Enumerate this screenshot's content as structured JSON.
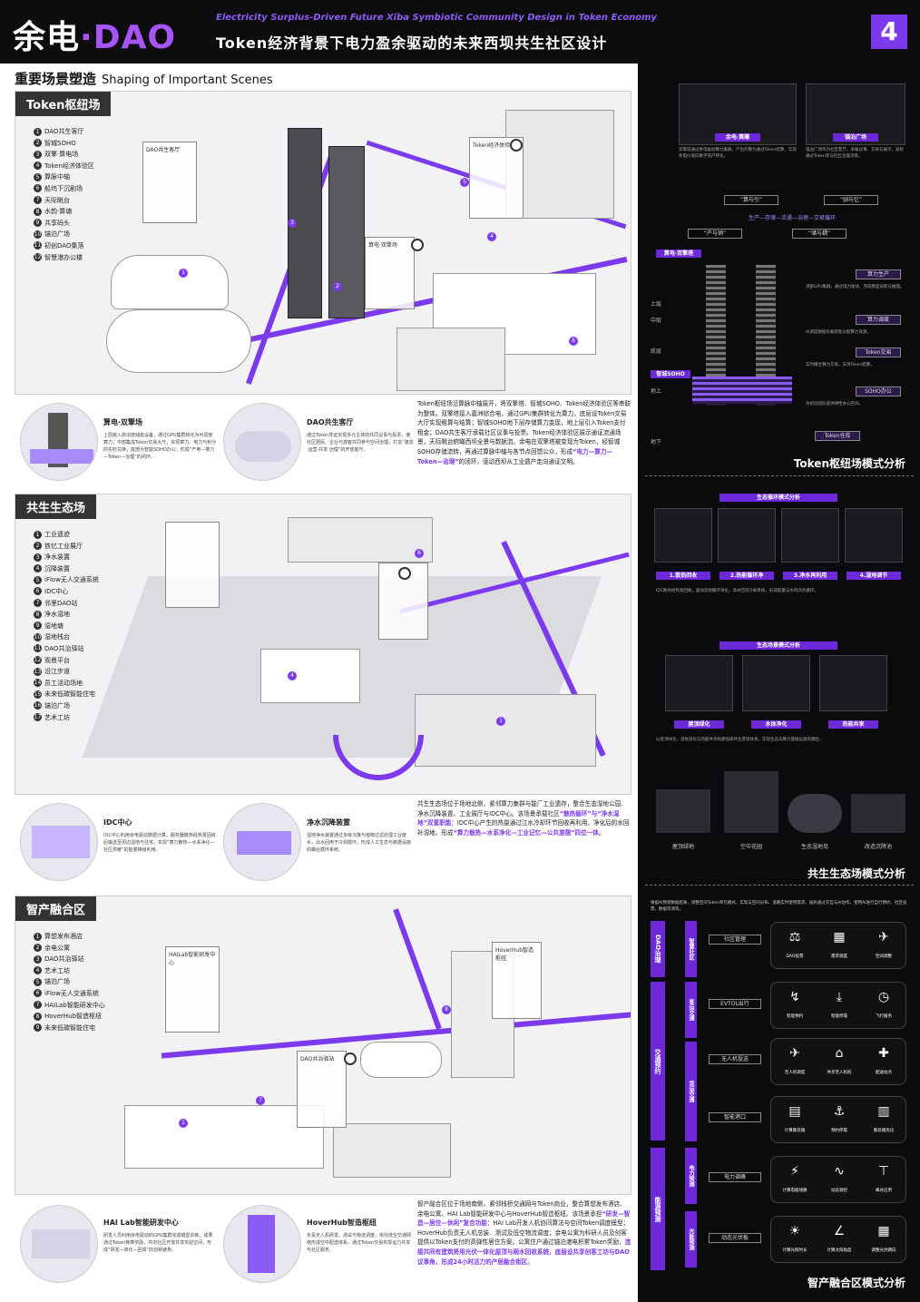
{
  "header": {
    "logo_a": "余电",
    "logo_b": "·DAO",
    "subtitle_en": "Electricity Surplus-Driven Future Xiba Symbiotic Community Design in Token Economy",
    "subtitle_cn": "Token经济背景下电力盈余驱动的未来西坝共生社区设计",
    "page_number": "4"
  },
  "section": {
    "title_cn": "重要场景塑造",
    "title_en": "Shaping of Important Scenes"
  },
  "scene1": {
    "tag": "Token枢纽场",
    "legend": [
      "DAO共生客厅",
      "智城SOHO",
      "双擎·算电场",
      "Token经济体验区",
      "算脉中轴",
      "船坞下沉剧场",
      "天际眺台",
      "水韵·算塘",
      "共享码头",
      "锚泊广场",
      "初创DAO集落",
      "智慧港办公楼"
    ],
    "sign1": "DAO共生客厅",
    "sign2": "Token经济体验区",
    "sign3": "算电·双擎场",
    "sub1_title": "算电·双擎场",
    "sub1_text": "上层嵌入高浓度储能设备，通过GPU集群转化为可调度算力；中部集成Token交易大厅，实现算力、电力与积分的实时兑换；底部为智能SOHO办公，形成“产电—算力—Token—治理”的闭环。",
    "sub2_title": "DAO共生客厅",
    "sub2_text": "通过Token凭证实现多元主体的共同议事与投票，使社区居民、企业与游客共同参与空间治理，打造“建造·运营·共享·治理”的开放客厅。",
    "desc": "Token枢纽场沿算脉中轴展开，将双擎塔、智城SOHO、Token经济体验区等串联为整体。双擎塔接入嘉洲综合电，通过GPU集群转化为算力，底层设Token交易大厅实现租算与结算；智城SOHO地下层存储算力变现，地上层引入Token支付租金；DAO共生客厅承载社区议事与投票。Token经济体验区展示通证流通场景，天际眺台俯瞰西坝全景与数据流。余电在双擎塔被变现为Token，经智城SOHO存储流转，再通过算脉中轴与各节点回馈公众，形成",
    "desc_hl": "“电力—算力—Token—治理”",
    "desc_tail": "的闭环，驱动西坝从工业遗产走向通证文明。"
  },
  "scene2": {
    "tag": "共生生态场",
    "legend": [
      "工业遗迹",
      "铁忆工业展厅",
      "净水装置",
      "沉降装置",
      "iFlow无人交通系统",
      "IDC中心",
      "邻里DAO站",
      "净水湿地",
      "湿地塘",
      "湿地栈台",
      "DAO共治驿站",
      "观景平台",
      "沿江步道",
      "员工活动场地",
      "未来低碳智能住宅",
      "锚泊广场",
      "艺术工坊"
    ],
    "sub1_title": "IDC中心",
    "sub1_text": "IDC中心利用余电驱动数据计算，服务器散热经热泵回收后输送至周边湿地与住宅，实现“算力散热—水系净化—社区供暖”的能量梯级利用。",
    "sub2_title": "净水沉降装置",
    "sub2_text": "湿地净水装置通过多级沉降与植物过滤处理工业废水，出水回用于冷却循环，形成人工生态与数据设施的耦合循环系统。",
    "desc": "共生生态场位于场地北侧，紧邻算力集群与能厂工业遗存，整合生态湿地公园、净水沉降装置、工业展厅与IDC中心。该场景承载社区",
    "desc_hl": "“散热循环”与“净水湿地”双重职能",
    "desc_tail": "：IDC中心产生的热量通过江水冷却环节回收再利用，净化后的水回补湿地，形成",
    "desc_hl2": "“算力散热—水系净化—工业记忆—公共游憩”四位一体",
    "desc_end": "。"
  },
  "scene3": {
    "tag": "智产融合区",
    "legend": [
      "算想发布酒店",
      "余电公寓",
      "DAO共治驿站",
      "艺术工坊",
      "锚泊广场",
      "iFlow无人交通系统",
      "HAILab智能研发中心",
      "HoverHub智造枢纽",
      "未来低碳智能住宅"
    ],
    "sign1": "HAILab智能研发中心",
    "sign2": "HoverHub智造枢纽",
    "sign3": "DAO共治驿站",
    "sub1_title": "HAI Lab智能研发中心",
    "sub1_text": "研发人员利用余电驱动的GPU集群完成模型训练，成果通过Token换算奖励，并向社区开放共享实验空间，形成“研发—转化—回馈”的创新链条。",
    "sub2_title": "HoverHub智造枢纽",
    "sub2_text": "负责无人机研发、测试与物流调度，依托低空交通网络形成空中配送体系，通过Token交易实现运力共享与社区服务。",
    "desc": "智产融合区位于场地南侧，紧邻栈桥交通网与Token商业，整合算想发布酒店、余电公寓、HAI Lab智能研发中心与HoverHub智造枢纽。该场景承担",
    "desc_hl": "“研发—智造—居住—休闲”复合功能",
    "desc_tail": "：HAI Lab开发人机协同算法与空间Token调度模型；HoverHub负责无人机总装、测试及低空物流调度；余电公寓为科研人员及创客提供以Token支付的高弹性居住方案。公寓住户通过锚泊港电积累Token奖励，",
    "desc_hl2": "连接共同有建筑将用光伏一体化屋顶与雨水回收系统，底层设共享创客工坊与DAO议事角，形成24小时活力的产居融合街区",
    "desc_end": "。"
  },
  "right1": {
    "title": "Token枢纽场模式分析",
    "card1": "余电·算赚",
    "card2": "锚泊广场",
    "card1_text": "双擎塔通过余电驱动算力集群，产出的算力通过Token结算，实现余电价值向数字资产转化。",
    "card2_text": "锚泊广场作为社区客厅，承载议事、交易与展示，居民通过Token参与社区治理决策。",
    "flow1": "“算与引”",
    "flow2": "“驯与忆”",
    "flow_mid": "生产—存储—流通—治理—交易循环",
    "flow3": "“产与销”",
    "flow4": "“储与耦”",
    "tower_label": "算电·双擎塔",
    "lvl_top": "上层",
    "lvl_mid": "中层",
    "lvl_low": "底层",
    "lvl_ground": "地上",
    "lvl_under": "地下",
    "soho": "智城SOHO",
    "r_btn1": "算力生产",
    "r_btn2": "算力调度",
    "r_btn3": "Token交易",
    "r_btn4": "SOHO办公",
    "r_btn5": "Token仓库",
    "r_txt1": "顶部GPU集群，通过电力驱动，完成模型训练与推理。",
    "r_txt2": "AI调度根据负载智能分配算力资源。",
    "r_txt3": "实时撮合算力交易，支持Token结算。",
    "r_txt4": "为初创团队提供弹性办公空间。"
  },
  "right2": {
    "title": "共生生态场模式分析",
    "pill1": "生态循环模式分析",
    "m1": "1.散热回收",
    "m2": "2.热能循环净",
    "m3": "3.净水再利用",
    "m4": "4.湿地调节",
    "m_text": "IDC散热经热泵回收，驱动湿地循环净化，净水回流冷却系统，形成能量与水的闭合循环。",
    "pill2": "生态场景模式分析",
    "e1": "屋顶绿化",
    "e2": "水体净化",
    "e3": "热能共享",
    "e_text": "以屋顶绿化、湿地净化与热能共享构建低碳共生景观体系，实现生态与算力基础设施的耦合。",
    "b1": "屋顶绿地",
    "b2": "空中花园",
    "b3": "生态湿地岛",
    "b4": "改造沉降池"
  },
  "right3": {
    "title": "智产融合区模式分析",
    "intro": "根据AI预测数据结果，调整空间Token单元模式，实现与空间分布、道路实时使用需求。居民通过交互与AI协作，使用AI进行自行预约、社区投票、数据等测等。",
    "side1": "DAO治理",
    "side2": "交通预约",
    "side3": "能源预测",
    "sub1": "智慧社区",
    "sub2": "客运交通",
    "sub3": "货运交通",
    "sub4": "电力预测",
    "sub5": "光能预测",
    "rows": [
      {
        "btn": "社区管理",
        "a": "DAO投票",
        "b": "需求调度",
        "c": "空间调整"
      },
      {
        "btn": "EVTOL出行",
        "a": "智能预约",
        "b": "智能停靠",
        "c": "飞行服务"
      },
      {
        "btn": "无人机投送",
        "a": "无人机调度",
        "b": "共享无人机桩",
        "c": "配送站点"
      },
      {
        "btn": "智能港口",
        "a": "计算集装箱",
        "b": "预约停靠",
        "c": "集装箱优化"
      },
      {
        "btn": "电力调峰",
        "a": "计算电缆线路",
        "b": "动态调控",
        "c": "峰谷应用"
      },
      {
        "btn": "动态光伏板",
        "a": "计算光照时长",
        "b": "计算太阳角度",
        "c": "调整光伏朝向"
      }
    ]
  },
  "colors": {
    "accent": "#7c3aed",
    "dark": "#0b0b0d"
  }
}
